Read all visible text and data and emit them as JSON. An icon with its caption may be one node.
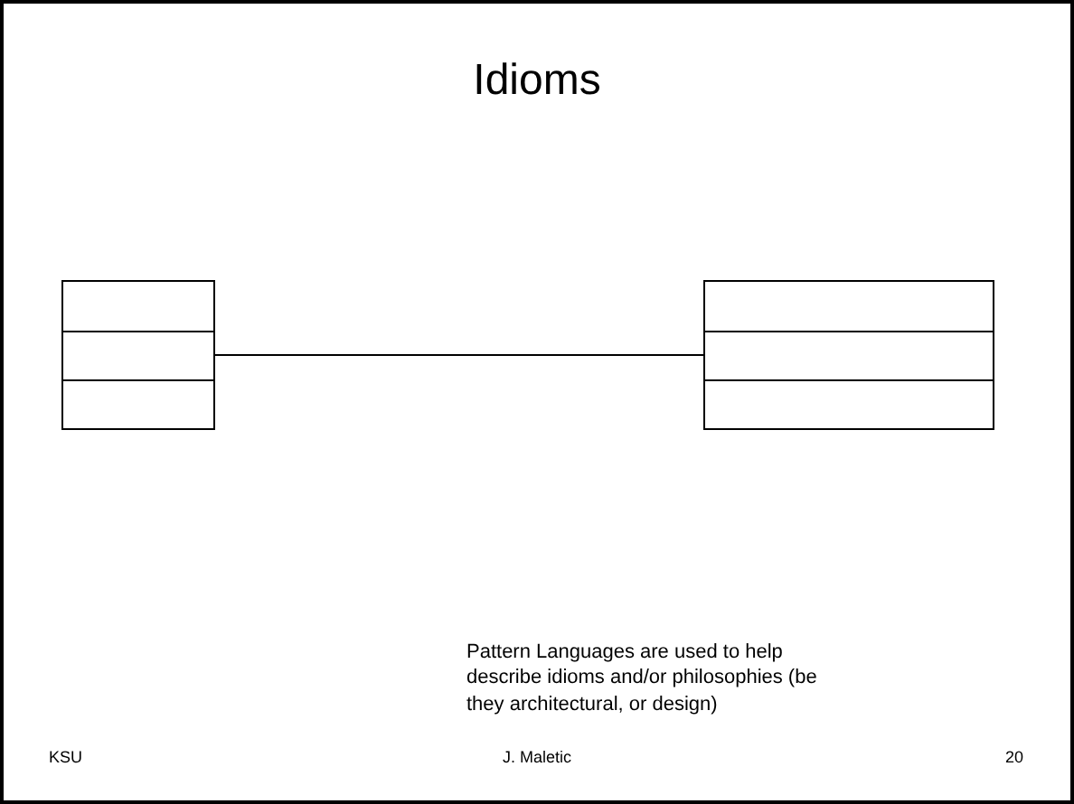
{
  "diagram": {
    "title": "Idioms",
    "nodes": [
      {
        "text": [],
        "shape": "box"
      },
      {
        "text": [],
        "shape": "box"
      }
    ],
    "edges": [
      {
        "from": 0,
        "to": 1,
        "arrow": "none"
      }
    ],
    "labels": [
      "Pattern Languages are used to help describe idioms and/or philosophies (be they architectural, or design)",
      "KSU",
      "J. Maletic",
      "20"
    ]
  }
}
